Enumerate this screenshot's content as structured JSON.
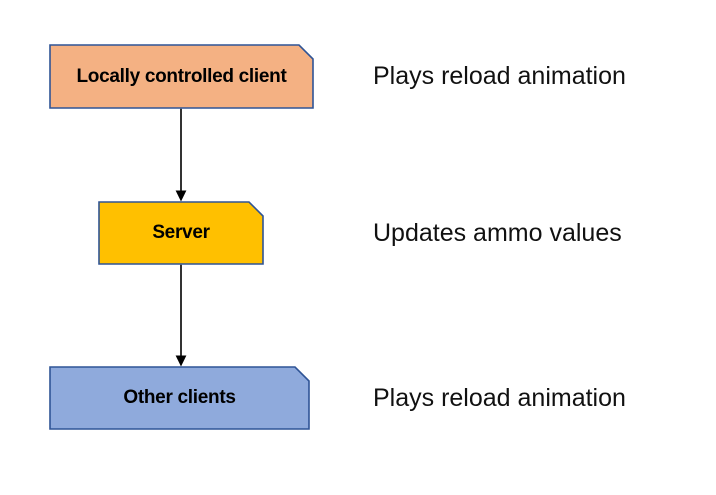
{
  "diagram": {
    "background": "#FFFFFF",
    "node_border_color": "#2F5496",
    "arrow_color": "#000000",
    "label_text_color": "#000000",
    "annotation_text_color": "#111111",
    "nodes": [
      {
        "label": "Locally controlled client",
        "fill": "#F4B183",
        "annotation": "Plays reload animation"
      },
      {
        "label": "Server",
        "fill": "#FFC000",
        "annotation": "Updates ammo values"
      },
      {
        "label": "Other clients",
        "fill": "#8FAADC",
        "annotation": "Plays reload animation"
      }
    ],
    "edges": [
      {
        "from": "Locally controlled client",
        "to": "Server"
      },
      {
        "from": "Server",
        "to": "Other clients"
      }
    ]
  }
}
